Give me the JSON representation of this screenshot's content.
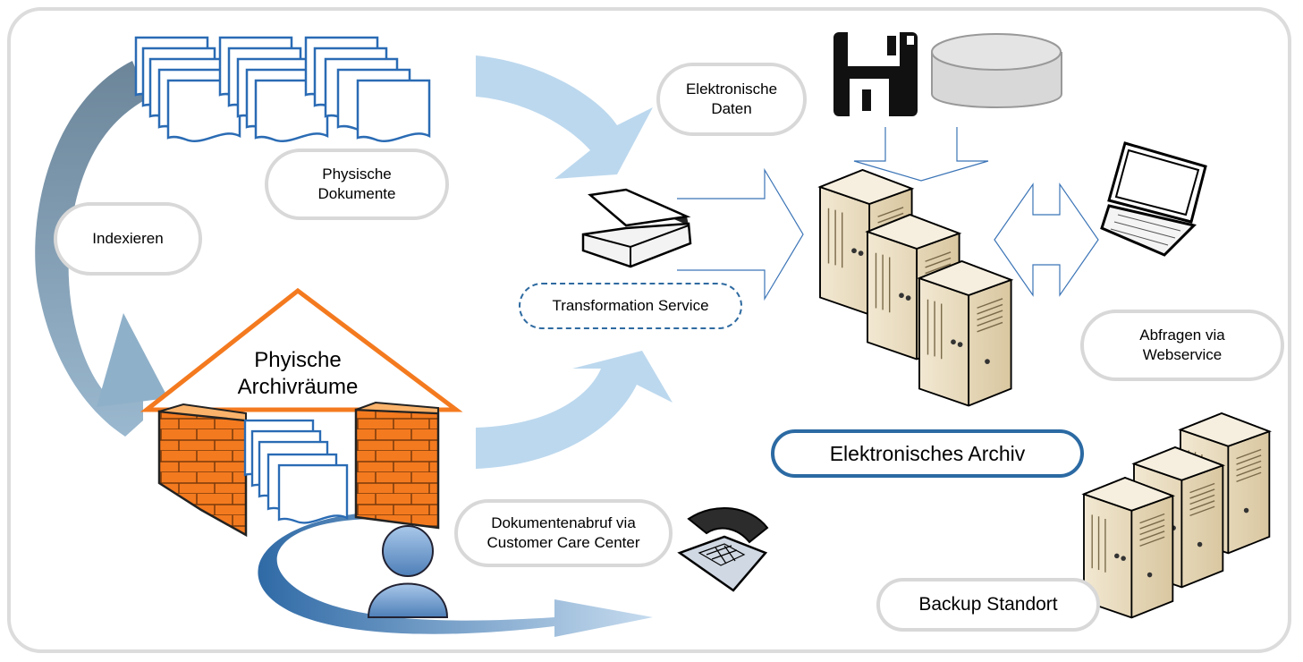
{
  "labels": {
    "physical_documents": "Physische\nDokumente",
    "indexing": "Indexieren",
    "electronic_data": "Elektronische\nDaten",
    "transformation_service": "Transformation Service",
    "physical_archive_rooms": "Phyische\nArchivräume",
    "electronic_archive": "Elektronisches Archiv",
    "query_webservice": "Abfragen via\nWebservice",
    "document_retrieval": "Dokumentenabruf via\nCustomer Care Center",
    "backup_site": "Backup Standort"
  },
  "colors": {
    "frame": "#dcdcdc",
    "label_border": "#d8d8d8",
    "accent_blue": "#2b6aa3",
    "light_arrow": "#bcd8ee",
    "index_arrow": "#7d98ad",
    "brick": "#f47a1f",
    "roof": "#f47a1f",
    "server": "#eadcc0"
  },
  "icons": [
    "document-stack-icon",
    "floppy-disk-icon",
    "database-icon",
    "scanner-icon",
    "server-rack-icon",
    "laptop-icon",
    "telephone-icon",
    "user-icon",
    "archive-building-icon"
  ]
}
